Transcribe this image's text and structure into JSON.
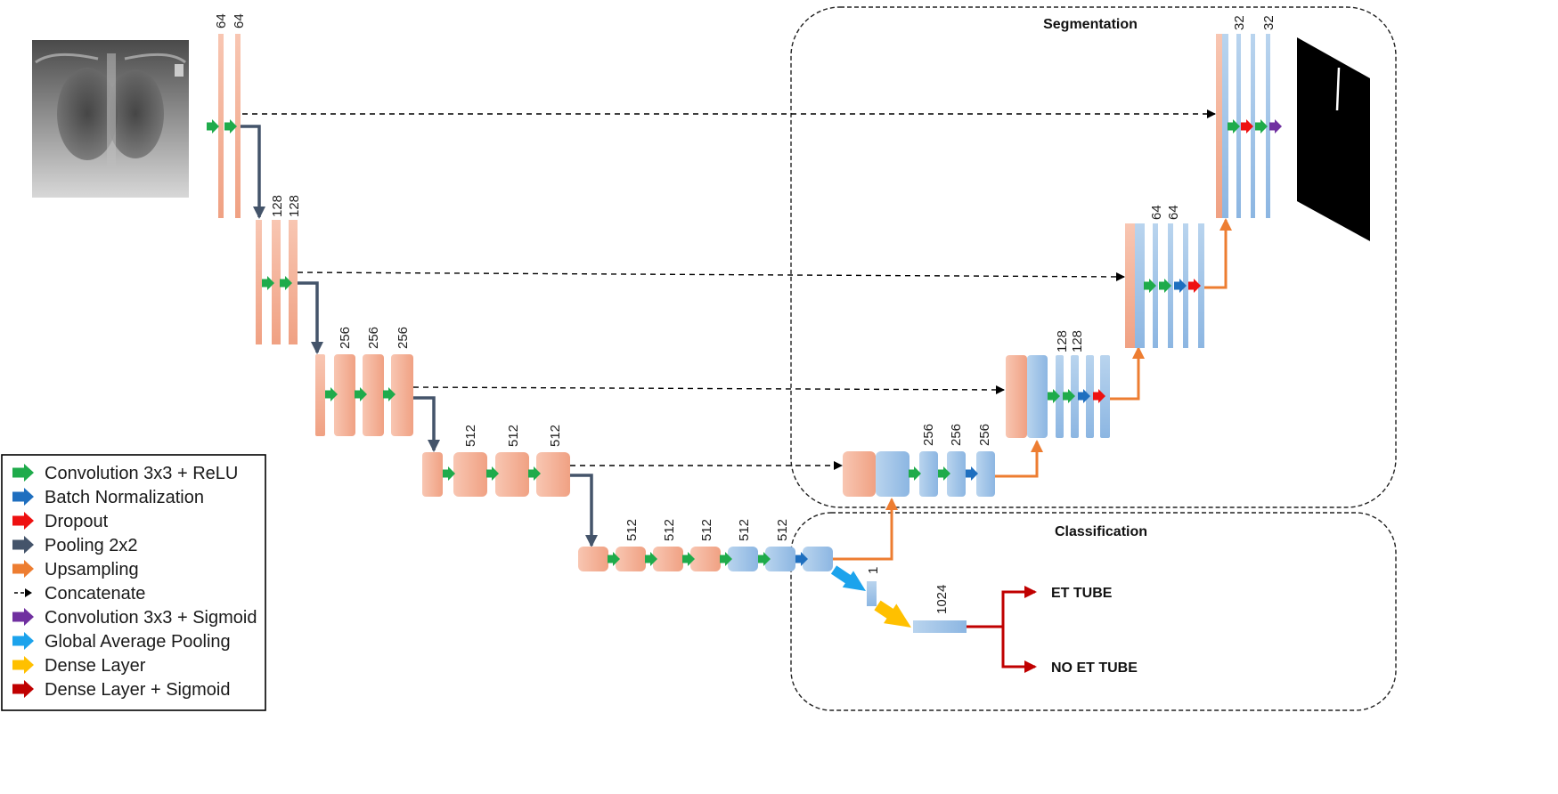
{
  "sections": {
    "segmentation_title": "Segmentation",
    "classification_title": "Classification"
  },
  "channels": {
    "enc1": [
      "64",
      "64"
    ],
    "enc2": [
      "128",
      "128"
    ],
    "enc3": [
      "256",
      "256",
      "256"
    ],
    "enc4": [
      "512",
      "512",
      "512"
    ],
    "bottleneck": [
      "512",
      "512",
      "512",
      "512",
      "512"
    ],
    "dec4": [
      "256",
      "256",
      "256"
    ],
    "dec3": [
      "128",
      "128"
    ],
    "dec2": [
      "64",
      "64"
    ],
    "dec1": [
      "32",
      "32"
    ],
    "gap": "1",
    "dense": "1024"
  },
  "outputs": {
    "positive": "ET TUBE",
    "negative": "NO ET TUBE"
  },
  "legend": [
    {
      "label": "Convolution 3x3 + ReLU",
      "color": "#1fab4b",
      "style": "arrow"
    },
    {
      "label": "Batch Normalization",
      "color": "#1f6fbf",
      "style": "arrow"
    },
    {
      "label": "Dropout",
      "color": "#ee1111",
      "style": "arrow"
    },
    {
      "label": "Pooling 2x2",
      "color": "#44546a",
      "style": "arrow"
    },
    {
      "label": "Upsampling",
      "color": "#ed7d31",
      "style": "arrow"
    },
    {
      "label": "Concatenate",
      "color": "#000000",
      "style": "dashed"
    },
    {
      "label": "Convolution 3x3 + Sigmoid",
      "color": "#7030a0",
      "style": "arrow"
    },
    {
      "label": "Global Average Pooling",
      "color": "#1ca3ec",
      "style": "arrow"
    },
    {
      "label": "Dense Layer",
      "color": "#ffc000",
      "style": "arrow"
    },
    {
      "label": "Dense Layer + Sigmoid",
      "color": "#c00000",
      "style": "arrow"
    }
  ],
  "colors": {
    "encoder": "#f4a98f",
    "decoder": "#9dc3e6",
    "pool": "#44546a",
    "upsample": "#ed7d31",
    "conv": "#1fab4b",
    "batchnorm": "#1f6fbf",
    "dropout": "#ee1111",
    "sigmoid": "#7030a0",
    "gap": "#1ca3ec",
    "dense": "#ffc000",
    "dense_sigmoid": "#c00000"
  },
  "images": {
    "input": "chest-xray",
    "output": "segmentation-mask"
  }
}
